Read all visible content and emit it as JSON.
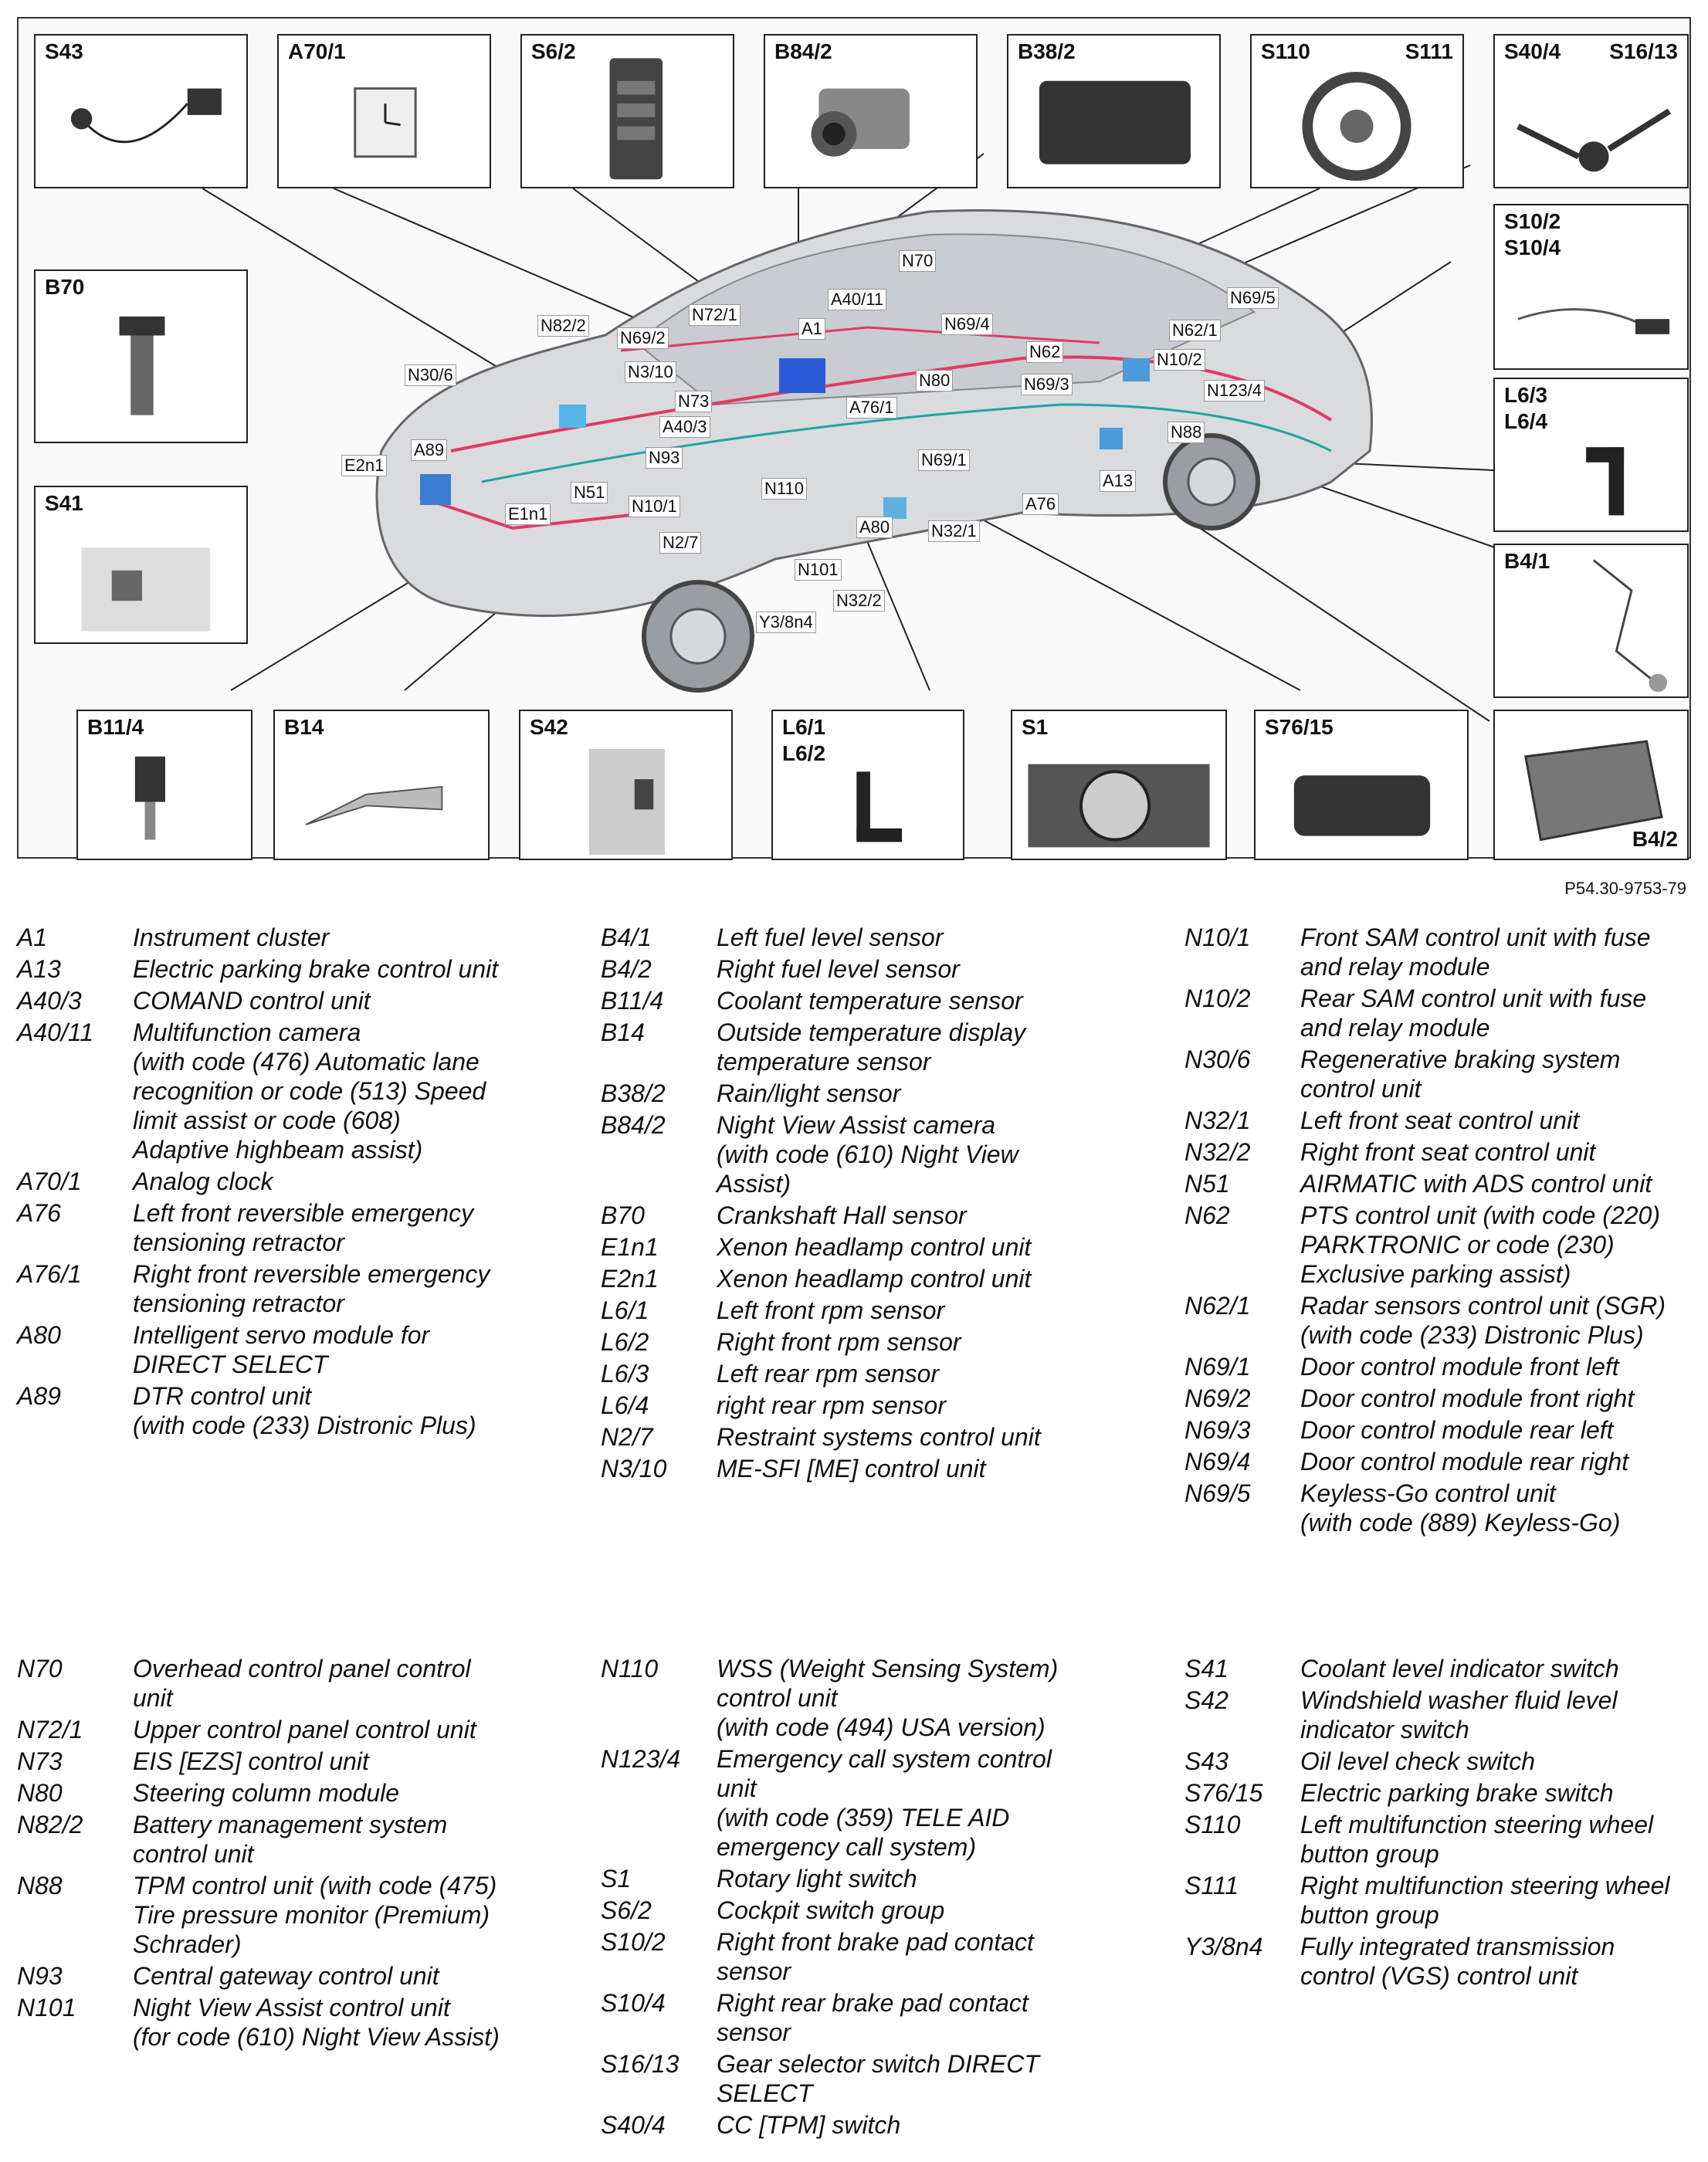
{
  "figure_ref": "P54.30-9753-79",
  "boxes": {
    "s43": "S43",
    "a70_1": "A70/1",
    "s6_2": "S6/2",
    "b84_2": "B84/2",
    "b38_2": "B38/2",
    "s110": "S110",
    "s111": "S111",
    "s40_4": "S40/4",
    "s16_13": "S16/13",
    "b70": "B70",
    "s10": "S10/2\nS10/4",
    "l6_34": "L6/3\nL6/4",
    "s41": "S41",
    "b4_1": "B4/1",
    "b11_4": "B11/4",
    "b14": "B14",
    "s42": "S42",
    "l6_12": "L6/1\nL6/2",
    "s1": "S1",
    "s76_15": "S76/15",
    "b4_2": "B4/2"
  },
  "callouts": {
    "n70": "N70",
    "a40_11": "A40/11",
    "n72_1": "N72/1",
    "n82_2": "N82/2",
    "n69_2": "N69/2",
    "a1": "A1",
    "n69_4": "N69/4",
    "n69_5": "N69/5",
    "n62_1": "N62/1",
    "n62": "N62",
    "n10_2": "N10/2",
    "n30_6": "N30/6",
    "n3_10": "N3/10",
    "n80": "N80",
    "n69_3": "N69/3",
    "n123_4": "N123/4",
    "n73": "N73",
    "a76_1": "A76/1",
    "a40_3": "A40/3",
    "n88": "N88",
    "a89": "A89",
    "n93": "N93",
    "n69_1": "N69/1",
    "e2n1": "E2n1",
    "n51": "N51",
    "n110": "N110",
    "a13": "A13",
    "n10_1": "N10/1",
    "e1n1": "E1n1",
    "a76": "A76",
    "a80": "A80",
    "n32_1": "N32/1",
    "n2_7": "N2/7",
    "n101": "N101",
    "n32_2": "N32/2",
    "y3_8n4": "Y3/8n4"
  },
  "legend": {
    "col1": [
      {
        "code": "A1",
        "desc": "Instrument cluster"
      },
      {
        "code": "A13",
        "desc": "Electric parking brake control unit"
      },
      {
        "code": "A40/3",
        "desc": "COMAND control unit"
      },
      {
        "code": "A40/11",
        "desc": "Multifunction camera\n(with code (476) Automatic lane\nrecognition or code (513) Speed\nlimit assist or code (608)\nAdaptive highbeam assist)"
      },
      {
        "code": "A70/1",
        "desc": "Analog clock"
      },
      {
        "code": "A76",
        "desc": "Left front reversible emergency\ntensioning retractor"
      },
      {
        "code": "A76/1",
        "desc": "Right front reversible emergency\ntensioning retractor"
      },
      {
        "code": "A80",
        "desc": "Intelligent servo module for\nDIRECT SELECT"
      },
      {
        "code": "A89",
        "desc": "DTR control unit\n(with code (233) Distronic Plus)"
      }
    ],
    "col2": [
      {
        "code": "B4/1",
        "desc": "Left fuel level sensor"
      },
      {
        "code": "B4/2",
        "desc": "Right fuel level sensor"
      },
      {
        "code": "B11/4",
        "desc": "Coolant temperature sensor"
      },
      {
        "code": "B14",
        "desc": "Outside temperature display\ntemperature sensor"
      },
      {
        "code": "B38/2",
        "desc": "Rain/light sensor"
      },
      {
        "code": "B84/2",
        "desc": "Night View Assist camera\n(with code (610) Night View\nAssist)"
      },
      {
        "code": "B70",
        "desc": "Crankshaft Hall sensor"
      },
      {
        "code": "E1n1",
        "desc": "Xenon headlamp control unit"
      },
      {
        "code": "E2n1",
        "desc": "Xenon headlamp control unit"
      },
      {
        "code": "L6/1",
        "desc": "Left front rpm sensor"
      },
      {
        "code": "L6/2",
        "desc": "Right front rpm sensor"
      },
      {
        "code": "L6/3",
        "desc": "Left rear rpm sensor"
      },
      {
        "code": "L6/4",
        "desc": "right rear rpm sensor"
      },
      {
        "code": "N2/7",
        "desc": "Restraint systems control unit"
      },
      {
        "code": "N3/10",
        "desc": "ME-SFI [ME] control unit"
      }
    ],
    "col3": [
      {
        "code": "N10/1",
        "desc": "Front SAM control unit with fuse\nand relay module"
      },
      {
        "code": "N10/2",
        "desc": "Rear SAM control unit with fuse\nand relay module"
      },
      {
        "code": "N30/6",
        "desc": "Regenerative braking system\ncontrol unit"
      },
      {
        "code": "N32/1",
        "desc": "Left front seat control unit"
      },
      {
        "code": "N32/2",
        "desc": "Right front seat control unit"
      },
      {
        "code": "N51",
        "desc": "AIRMATIC with ADS control unit"
      },
      {
        "code": "N62",
        "desc": "PTS control unit (with code (220)\nPARKTRONIC or code (230)\nExclusive parking assist)"
      },
      {
        "code": "N62/1",
        "desc": "Radar sensors control unit (SGR)\n(with code (233) Distronic Plus)"
      },
      {
        "code": "N69/1",
        "desc": "Door control module front left"
      },
      {
        "code": "N69/2",
        "desc": "Door control module front right"
      },
      {
        "code": "N69/3",
        "desc": "Door control module rear left"
      },
      {
        "code": "N69/4",
        "desc": "Door control module rear right"
      },
      {
        "code": "N69/5",
        "desc": "Keyless-Go control unit\n(with code (889) Keyless-Go)"
      }
    ],
    "col4": [
      {
        "code": "N70",
        "desc": "Overhead control panel control\nunit"
      },
      {
        "code": "N72/1",
        "desc": "Upper control panel control unit"
      },
      {
        "code": "N73",
        "desc": "EIS [EZS] control unit"
      },
      {
        "code": "N80",
        "desc": "Steering column module"
      },
      {
        "code": "N82/2",
        "desc": "Battery management system\ncontrol unit"
      },
      {
        "code": "N88",
        "desc": "TPM control unit (with code (475)\nTire pressure monitor (Premium)\nSchrader)"
      },
      {
        "code": "N93",
        "desc": "Central gateway control unit"
      },
      {
        "code": "N101",
        "desc": "Night View Assist control unit\n(for code (610) Night View Assist)"
      }
    ],
    "col5": [
      {
        "code": "N110",
        "desc": "WSS (Weight Sensing System)\ncontrol unit\n(with code (494) USA version)"
      },
      {
        "code": "N123/4",
        "desc": "Emergency call system control\nunit\n(with code (359) TELE AID\nemergency call system)"
      },
      {
        "code": "S1",
        "desc": "Rotary light switch"
      },
      {
        "code": "S6/2",
        "desc": "Cockpit switch group"
      },
      {
        "code": "S10/2",
        "desc": "Right front brake pad contact\nsensor"
      },
      {
        "code": "S10/4",
        "desc": "Right rear brake pad contact\nsensor"
      },
      {
        "code": "S16/13",
        "desc": "Gear selector switch DIRECT\nSELECT"
      },
      {
        "code": "S40/4",
        "desc": "CC [TPM] switch"
      }
    ],
    "col6": [
      {
        "code": "S41",
        "desc": "Coolant level indicator switch"
      },
      {
        "code": "S42",
        "desc": "Windshield washer fluid level\nindicator switch"
      },
      {
        "code": "S43",
        "desc": "Oil level check switch"
      },
      {
        "code": "S76/15",
        "desc": "Electric parking brake switch"
      },
      {
        "code": "S110",
        "desc": "Left multifunction steering wheel\nbutton group"
      },
      {
        "code": "S111",
        "desc": "Right multifunction steering wheel\nbutton group"
      },
      {
        "code": "Y3/8n4",
        "desc": "Fully integrated transmission\ncontrol (VGS) control unit"
      }
    ]
  }
}
